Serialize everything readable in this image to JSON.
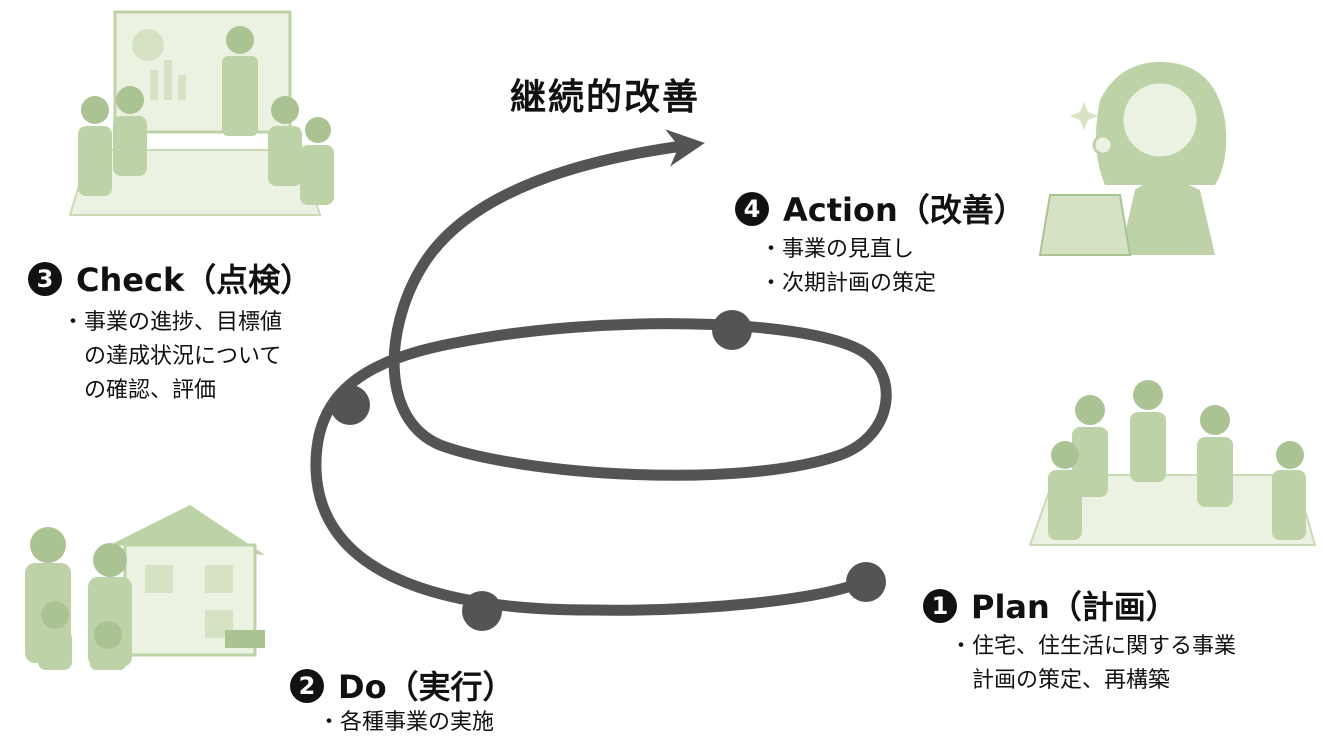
{
  "title": "継続的改善",
  "colors": {
    "cycle_stroke": "#545454",
    "illustration": "#a9c38a",
    "illustration_dark": "#7f9e63",
    "text": "#111111"
  },
  "steps": {
    "plan": {
      "number": "1",
      "label": "Plan（計画）",
      "lines": [
        "・住宅、住生活に関する事業",
        "　計画の策定、再構築"
      ]
    },
    "do": {
      "number": "2",
      "label": "Do（実行）",
      "lines": [
        "・各種事業の実施"
      ]
    },
    "check": {
      "number": "3",
      "label": "Check（点検）",
      "lines": [
        "・事業の進捗、目標値",
        "　の達成状況について",
        "　の確認、評価"
      ]
    },
    "action": {
      "number": "4",
      "label": "Action（改善）",
      "lines": [
        "・事業の見直し",
        "・次期計画の策定"
      ]
    }
  },
  "illustrations": {
    "check": "meeting-presentation-illustration",
    "action": "woman-ok-sign-illustration",
    "plan": "team-meeting-illustration",
    "do": "family-house-illustration"
  }
}
